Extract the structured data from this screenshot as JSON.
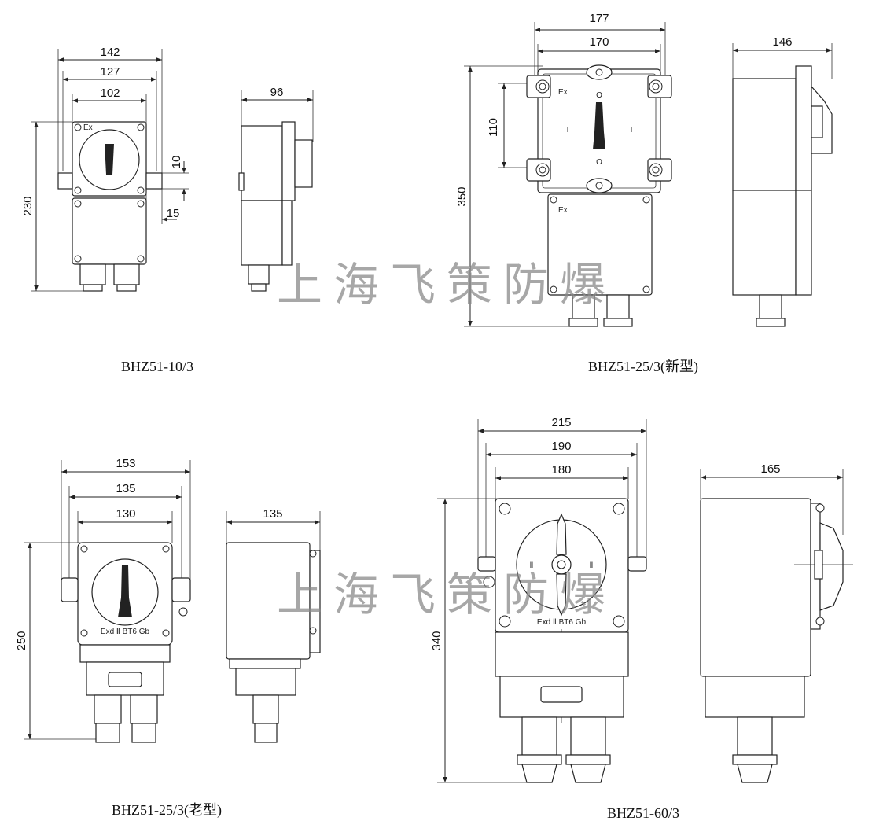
{
  "watermark": "上海飞策防爆",
  "models": [
    {
      "caption": "BHZ51-10/3",
      "dims": {
        "w_outer": "142",
        "w_mid": "127",
        "w_inner": "102",
        "height": "230",
        "side_depth": "96",
        "tab_h": "10",
        "tab_w": "15"
      },
      "labels": {
        "ex": "Ex"
      }
    },
    {
      "caption": "BHZ51-25/3(新型)",
      "dims": {
        "w_outer": "177",
        "w_inner": "170",
        "bolt_span": "110",
        "height": "350",
        "side_depth": "146"
      },
      "labels": {
        "ex_top": "Ex",
        "ex_bottom": "Ex",
        "pos_0_top": "O",
        "pos_0_bottom": "O",
        "pos_1_left": "I",
        "pos_1_right": "I"
      }
    },
    {
      "caption": "BHZ51-25/3(老型)",
      "dims": {
        "w_outer": "153",
        "w_mid": "135",
        "w_inner": "130",
        "height": "250",
        "side_depth": "135"
      },
      "labels": {
        "marking": "Exd Ⅱ BT6 Gb"
      }
    },
    {
      "caption": "BHZ51-60/3",
      "dims": {
        "w_outer": "215",
        "w_mid": "190",
        "w_inner": "180",
        "height": "340",
        "side_depth": "165"
      },
      "labels": {
        "marking": "Exd Ⅱ BT6 Gb",
        "pos_left": "Ⅱ",
        "pos_right": "Ⅱ"
      }
    }
  ]
}
